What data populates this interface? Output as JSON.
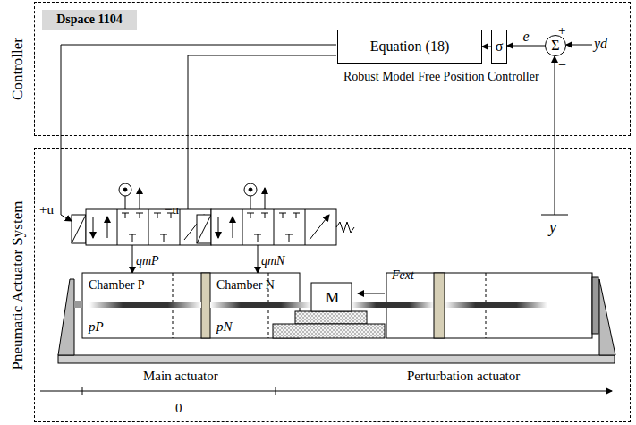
{
  "diagram": {
    "nodes": [
      {
        "text": [
          "Controller"
        ]
      },
      {
        "text": [
          "Dspace 1104"
        ],
        "in": 0
      },
      {
        "text": [
          "Equation  (18)"
        ],
        "in": 0
      },
      {
        "text": [
          "σ"
        ],
        "in": 0
      },
      {
        "text": [
          "Σ"
        ],
        "in": 0
      },
      {
        "text": [
          "Pneumatic  Actuator  System"
        ]
      },
      {
        "text": [
          "Chamber P",
          "pP"
        ],
        "in": 5
      },
      {
        "text": [
          "Chamber N",
          "pN"
        ],
        "in": 5
      },
      {
        "text": [
          "M"
        ],
        "in": 5
      }
    ],
    "edges": [
      {
        "from": 4,
        "to": 3,
        "arrow": "to",
        "label": "e"
      },
      {
        "from": 3,
        "to": 2,
        "arrow": "to"
      }
    ],
    "labels": [
      "+",
      "−",
      "yd",
      "Robust Model Free Position Controller",
      "y",
      "+u",
      "−u",
      "qmP",
      "qmN",
      "Fext",
      "Main actuator",
      "Perturbation actuator",
      "0"
    ]
  }
}
